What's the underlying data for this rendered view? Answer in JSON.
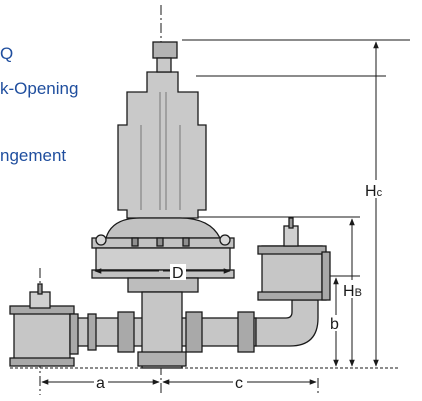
{
  "title_lines": [
    "Q",
    "k-Opening",
    "ngement"
  ],
  "dimension_labels": {
    "D": "D",
    "a": "a",
    "b": "b",
    "c": "c",
    "hc_main": "H",
    "hc_sub": "c",
    "hb_main": "H",
    "hb_sub": "B"
  },
  "colors": {
    "body_fill": "#c9c9c9",
    "body_dark": "#9d9d9d",
    "outline": "#1a1a1a",
    "title_text": "#1f4e9e"
  }
}
